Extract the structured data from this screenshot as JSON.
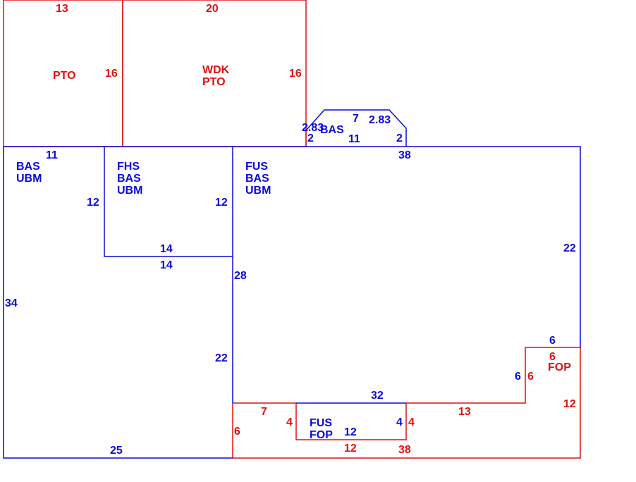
{
  "colors": {
    "red": "#e01010",
    "blue": "#0a0ad8",
    "background": "#ffffff"
  },
  "areas": {
    "pto_left": {
      "code": "PTO"
    },
    "wdk_pto": {
      "line1": "WDK",
      "line2": "PTO"
    },
    "bas_small": {
      "code": "BAS"
    },
    "bas_ubm": {
      "line1": "BAS",
      "line2": "UBM"
    },
    "fhs_bas_ubm": {
      "line1": "FHS",
      "line2": "BAS",
      "line3": "UBM"
    },
    "fus_bas_ubm": {
      "line1": "FUS",
      "line2": "BAS",
      "line3": "UBM"
    },
    "fus_fop": {
      "line1": "FUS",
      "line2": "FOP"
    },
    "fop_right": {
      "code": "FOP"
    }
  },
  "dimensions": {
    "pto_top": "13",
    "pto_right": "16",
    "wdk_top": "20",
    "wdk_right": "16",
    "bay_left_a": "2.83",
    "bay_left_b": "2",
    "bay_top": "7",
    "bay_right_a": "2.83",
    "bay_right_b": "2",
    "bay_bottom": "11",
    "main_top": "38",
    "main_right": "22",
    "bas_top": "11",
    "bas_left": "34",
    "bas_bottom": "25",
    "fhs_left": "12",
    "fhs_right": "12",
    "fhs_bottom_in": "14",
    "fhs_bottom_out": "14",
    "mid_upper": "28",
    "mid_lower": "22",
    "notch_top": "6",
    "notch_left_blue": "6",
    "fop_top": "6",
    "fop_left": "6",
    "fop_right": "12",
    "porch_top": "13",
    "porch_bottom": "38",
    "step_top": "7",
    "step_left": "6",
    "step_inner_left": "4",
    "fus_fop_top": "32",
    "fus_fop_inner": "12",
    "fus_fop_bottom": "12",
    "fus_fop_right_blue": "4",
    "fus_fop_right_red": "4"
  }
}
